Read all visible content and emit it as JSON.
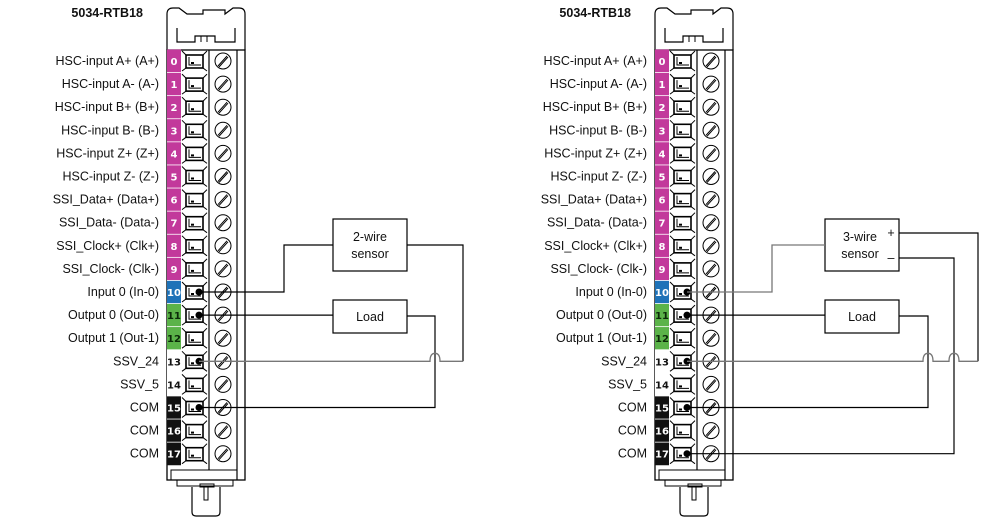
{
  "colors": {
    "hsc_ssi": "#c2399b",
    "input": "#1e72b8",
    "output": "#5bb349",
    "power": "#ffffff",
    "com": "#111111",
    "wire_black": "#000000",
    "wire_gray": "#777777"
  },
  "terminals": [
    {
      "num": "0",
      "label": "HSC-input A+ (A+)",
      "group": "hsc_ssi"
    },
    {
      "num": "1",
      "label": "HSC-input A- (A-)",
      "group": "hsc_ssi"
    },
    {
      "num": "2",
      "label": "HSC-input B+ (B+)",
      "group": "hsc_ssi"
    },
    {
      "num": "3",
      "label": "HSC-input B- (B-)",
      "group": "hsc_ssi"
    },
    {
      "num": "4",
      "label": "HSC-input Z+ (Z+)",
      "group": "hsc_ssi"
    },
    {
      "num": "5",
      "label": "HSC-input Z- (Z-)",
      "group": "hsc_ssi"
    },
    {
      "num": "6",
      "label": "SSI_Data+ (Data+)",
      "group": "hsc_ssi"
    },
    {
      "num": "7",
      "label": "SSI_Data- (Data-)",
      "group": "hsc_ssi"
    },
    {
      "num": "8",
      "label": "SSI_Clock+ (Clk+)",
      "group": "hsc_ssi"
    },
    {
      "num": "9",
      "label": "SSI_Clock- (Clk-)",
      "group": "hsc_ssi"
    },
    {
      "num": "10",
      "label": "Input 0 (In-0)",
      "group": "input"
    },
    {
      "num": "11",
      "label": "Output 0 (Out-0)",
      "group": "output"
    },
    {
      "num": "12",
      "label": "Output 1 (Out-1)",
      "group": "output"
    },
    {
      "num": "13",
      "label": "SSV_24",
      "group": "power"
    },
    {
      "num": "14",
      "label": "SSV_5",
      "group": "power"
    },
    {
      "num": "15",
      "label": "COM",
      "group": "com"
    },
    {
      "num": "16",
      "label": "COM",
      "group": "com"
    },
    {
      "num": "17",
      "label": "COM",
      "group": "com"
    }
  ],
  "diagrams": [
    {
      "module_title": "5034-RTB18",
      "sensor_label_line1": "2-wire",
      "sensor_label_line2": "sensor",
      "load_label": "Load",
      "wired_terminals": [
        "10",
        "11",
        "13",
        "15"
      ]
    },
    {
      "module_title": "5034-RTB18",
      "sensor_label_line1": "3-wire",
      "sensor_label_line2": "sensor",
      "sensor_plus": "+",
      "sensor_minus": "–",
      "load_label": "Load",
      "wired_terminals": [
        "10",
        "11",
        "13",
        "15",
        "17"
      ]
    }
  ]
}
